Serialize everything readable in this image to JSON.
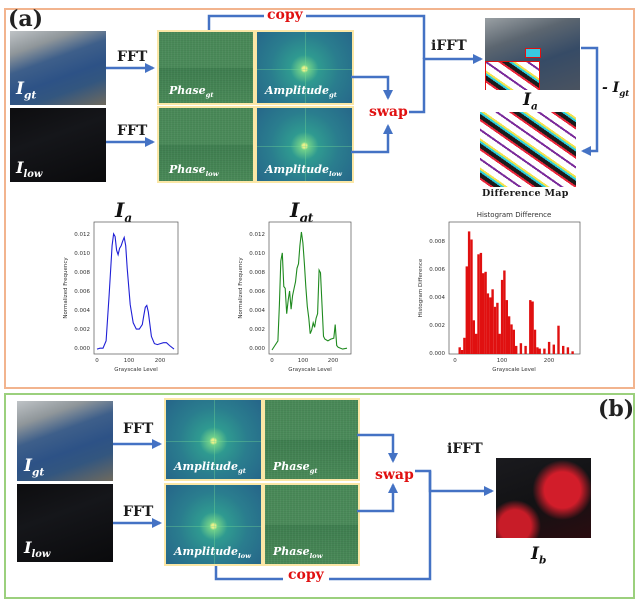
{
  "panel_a": {
    "tag": "(a)",
    "inputs": [
      {
        "label": "I",
        "sub": "gt",
        "op": "FFT"
      },
      {
        "label": "I",
        "sub": "low",
        "op": "FFT"
      }
    ],
    "spectra": [
      {
        "label": "Phase",
        "sub": "gt"
      },
      {
        "label": "Amplitude",
        "sub": "gt"
      },
      {
        "label": "Phase",
        "sub": "low"
      },
      {
        "label": "Amplitude",
        "sub": "low"
      }
    ],
    "copy_label": "copy",
    "swap_label": "swap",
    "ifft_label": "iFFT",
    "output": {
      "label": "I",
      "sub": "a"
    },
    "minus_label": "- I",
    "minus_sub": "gt",
    "diff_map_label": "Difference Map",
    "colors": {
      "border": "#f2b48e",
      "arrow": "#4472c4",
      "highlight": "#e01010"
    }
  },
  "panel_b": {
    "tag": "(b)",
    "inputs": [
      {
        "label": "I",
        "sub": "gt",
        "op": "FFT"
      },
      {
        "label": "I",
        "sub": "low",
        "op": "FFT"
      }
    ],
    "spectra": [
      {
        "label": "Amplitude",
        "sub": "gt"
      },
      {
        "label": "Phase",
        "sub": "gt"
      },
      {
        "label": "Amplitude",
        "sub": "low"
      },
      {
        "label": "Phase",
        "sub": "low"
      }
    ],
    "copy_label": "copy",
    "swap_label": "swap",
    "ifft_label": "iFFT",
    "output": {
      "label": "I",
      "sub": "b"
    },
    "colors": {
      "border": "#9bd07d",
      "arrow": "#4472c4",
      "highlight": "#e01010"
    }
  },
  "chart_data": [
    {
      "type": "line",
      "title": "I_a",
      "xlabel": "Grayscale Level",
      "ylabel": "Normalized Frequency",
      "xlim": [
        0,
        255
      ],
      "ylim": [
        0,
        0.013
      ],
      "xticks": [
        "0",
        "100",
        "200"
      ],
      "yticks": [
        "0.000",
        "0.002",
        "0.004",
        "0.006",
        "0.008",
        "0.010",
        "0.012"
      ],
      "color": "#1f1fd6",
      "x": [
        0,
        10,
        20,
        30,
        40,
        50,
        55,
        60,
        65,
        70,
        75,
        80,
        85,
        90,
        95,
        100,
        110,
        120,
        130,
        140,
        150,
        155,
        160,
        165,
        170,
        180,
        190,
        200,
        210,
        220,
        230,
        240,
        255
      ],
      "values": [
        0.0001,
        0.0002,
        0.0002,
        0.001,
        0.006,
        0.0115,
        0.0128,
        0.0125,
        0.011,
        0.0105,
        0.0112,
        0.0115,
        0.012,
        0.0124,
        0.0115,
        0.009,
        0.005,
        0.003,
        0.0023,
        0.0023,
        0.0028,
        0.0038,
        0.0047,
        0.0049,
        0.0042,
        0.0015,
        0.0007,
        0.0006,
        0.0007,
        0.0008,
        0.0008,
        0.0005,
        0.0001
      ]
    },
    {
      "type": "line",
      "title": "I_gt",
      "xlabel": "Grayscale Level",
      "ylabel": "Normalized Frequency",
      "xlim": [
        0,
        255
      ],
      "ylim": [
        0,
        0.013
      ],
      "xticks": [
        "0",
        "100",
        "200"
      ],
      "yticks": [
        "0.000",
        "0.002",
        "0.004",
        "0.006",
        "0.008",
        "0.010",
        "0.012"
      ],
      "color": "#1f8a1f",
      "x": [
        0,
        10,
        20,
        25,
        30,
        35,
        40,
        45,
        50,
        55,
        60,
        65,
        70,
        75,
        80,
        85,
        90,
        95,
        100,
        105,
        110,
        115,
        120,
        125,
        130,
        135,
        140,
        145,
        150,
        155,
        160,
        165,
        170,
        175,
        180,
        190,
        200,
        210,
        215,
        220,
        225,
        240,
        255
      ],
      "values": [
        0.0,
        0.0005,
        0.001,
        0.005,
        0.0098,
        0.0107,
        0.007,
        0.0068,
        0.004,
        0.0055,
        0.0065,
        0.0045,
        0.006,
        0.0068,
        0.0075,
        0.009,
        0.0095,
        0.0115,
        0.013,
        0.0118,
        0.0095,
        0.007,
        0.0048,
        0.0035,
        0.0018,
        0.0022,
        0.003,
        0.0025,
        0.0035,
        0.004,
        0.0088,
        0.0085,
        0.005,
        0.0015,
        0.0012,
        0.001,
        0.0012,
        0.0013,
        0.0028,
        0.0005,
        0.0003,
        0.0001,
        0.0002
      ]
    },
    {
      "type": "bar",
      "title": "Histogram Difference",
      "xlabel": "Grayscale Level",
      "ylabel": "Histogram Difference",
      "xlim": [
        0,
        255
      ],
      "ylim": [
        0,
        0.0095
      ],
      "xticks": [
        "0",
        "100",
        "200"
      ],
      "yticks": [
        "0.000",
        "0.002",
        "0.004",
        "0.006",
        "0.008"
      ],
      "color": "#e01010",
      "x": [
        10,
        15,
        20,
        25,
        30,
        35,
        40,
        45,
        50,
        55,
        60,
        65,
        70,
        75,
        80,
        85,
        90,
        95,
        100,
        105,
        110,
        115,
        120,
        125,
        130,
        140,
        150,
        160,
        165,
        170,
        175,
        180,
        190,
        200,
        210,
        220,
        230,
        240,
        250
      ],
      "values": [
        0.0005,
        0.0003,
        0.0012,
        0.0065,
        0.0091,
        0.0085,
        0.0025,
        0.0015,
        0.0074,
        0.0075,
        0.006,
        0.0061,
        0.0045,
        0.0042,
        0.0048,
        0.0035,
        0.0038,
        0.0015,
        0.0055,
        0.0062,
        0.004,
        0.0028,
        0.0022,
        0.0018,
        0.0006,
        0.0008,
        0.0006,
        0.004,
        0.0039,
        0.0018,
        0.0005,
        0.0004,
        0.0004,
        0.0009,
        0.0007,
        0.0021,
        0.0006,
        0.0005,
        0.0002
      ]
    }
  ]
}
